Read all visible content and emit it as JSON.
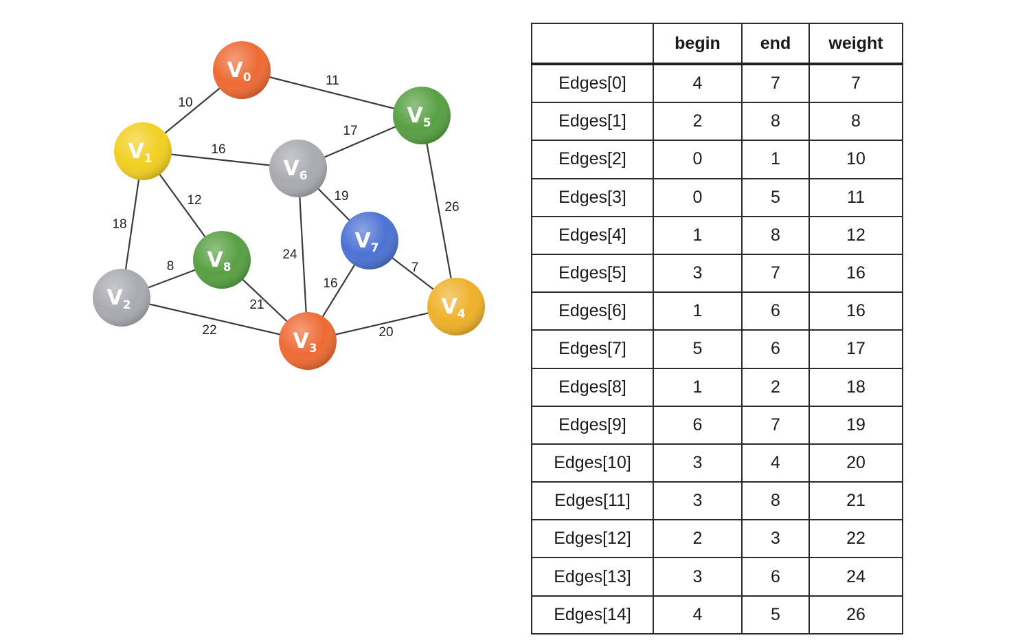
{
  "graph": {
    "nodes": [
      {
        "id": "v0",
        "label": "V",
        "sub": "0",
        "color": "#ee6a34"
      },
      {
        "id": "v1",
        "label": "V",
        "sub": "1",
        "color": "#f2cf22"
      },
      {
        "id": "v2",
        "label": "V",
        "sub": "2",
        "color": "#a9abb1"
      },
      {
        "id": "v3",
        "label": "V",
        "sub": "3",
        "color": "#ee6a34"
      },
      {
        "id": "v4",
        "label": "V",
        "sub": "4",
        "color": "#efb12a"
      },
      {
        "id": "v5",
        "label": "V",
        "sub": "5",
        "color": "#58a043"
      },
      {
        "id": "v6",
        "label": "V",
        "sub": "6",
        "color": "#a9abb1"
      },
      {
        "id": "v7",
        "label": "V",
        "sub": "7",
        "color": "#4d72d4"
      },
      {
        "id": "v8",
        "label": "V",
        "sub": "8",
        "color": "#58a043"
      }
    ],
    "edges": [
      {
        "from": "v0",
        "to": "v1",
        "weight": "10"
      },
      {
        "from": "v0",
        "to": "v5",
        "weight": "11"
      },
      {
        "from": "v1",
        "to": "v6",
        "weight": "16"
      },
      {
        "from": "v1",
        "to": "v8",
        "weight": "12"
      },
      {
        "from": "v1",
        "to": "v2",
        "weight": "18"
      },
      {
        "from": "v5",
        "to": "v6",
        "weight": "17"
      },
      {
        "from": "v5",
        "to": "v4",
        "weight": "26"
      },
      {
        "from": "v6",
        "to": "v7",
        "weight": "19"
      },
      {
        "from": "v6",
        "to": "v3",
        "weight": "24"
      },
      {
        "from": "v7",
        "to": "v3",
        "weight": "16"
      },
      {
        "from": "v7",
        "to": "v4",
        "weight": "7"
      },
      {
        "from": "v2",
        "to": "v8",
        "weight": "8"
      },
      {
        "from": "v8",
        "to": "v3",
        "weight": "21"
      },
      {
        "from": "v2",
        "to": "v3",
        "weight": "22"
      },
      {
        "from": "v3",
        "to": "v4",
        "weight": "20"
      }
    ]
  },
  "table": {
    "headers": [
      "",
      "begin",
      "end",
      "weight"
    ],
    "rows": [
      {
        "name": "Edges[0]",
        "begin": "4",
        "end": "7",
        "weight": "7"
      },
      {
        "name": "Edges[1]",
        "begin": "2",
        "end": "8",
        "weight": "8"
      },
      {
        "name": "Edges[2]",
        "begin": "0",
        "end": "1",
        "weight": "10"
      },
      {
        "name": "Edges[3]",
        "begin": "0",
        "end": "5",
        "weight": "11"
      },
      {
        "name": "Edges[4]",
        "begin": "1",
        "end": "8",
        "weight": "12"
      },
      {
        "name": "Edges[5]",
        "begin": "3",
        "end": "7",
        "weight": "16"
      },
      {
        "name": "Edges[6]",
        "begin": "1",
        "end": "6",
        "weight": "16"
      },
      {
        "name": "Edges[7]",
        "begin": "5",
        "end": "6",
        "weight": "17"
      },
      {
        "name": "Edges[8]",
        "begin": "1",
        "end": "2",
        "weight": "18"
      },
      {
        "name": "Edges[9]",
        "begin": "6",
        "end": "7",
        "weight": "19"
      },
      {
        "name": "Edges[10]",
        "begin": "3",
        "end": "4",
        "weight": "20"
      },
      {
        "name": "Edges[11]",
        "begin": "3",
        "end": "8",
        "weight": "21"
      },
      {
        "name": "Edges[12]",
        "begin": "2",
        "end": "3",
        "weight": "22"
      },
      {
        "name": "Edges[13]",
        "begin": "3",
        "end": "6",
        "weight": "24"
      },
      {
        "name": "Edges[14]",
        "begin": "4",
        "end": "5",
        "weight": "26"
      }
    ]
  }
}
